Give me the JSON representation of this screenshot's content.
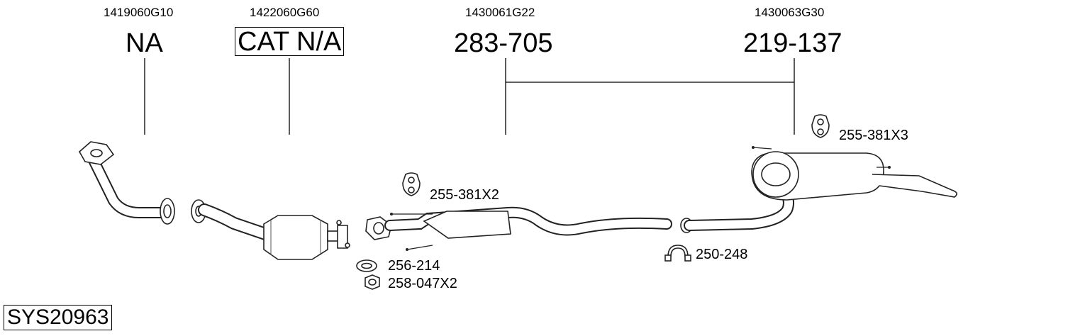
{
  "system": {
    "code": "SYS20963"
  },
  "oe_numbers": [
    "1419060G10",
    "1422060G60",
    "1430061G22",
    "1430063G30"
  ],
  "parts": [
    {
      "label": "NA",
      "boxed": false
    },
    {
      "label": "CAT N/A",
      "boxed": true
    },
    {
      "label": "283-705",
      "boxed": false
    },
    {
      "label": "219-137",
      "boxed": false
    }
  ],
  "small_parts": [
    {
      "label": "255-381X3",
      "icon": "rubber-hanger-icon"
    },
    {
      "label": "255-381X2",
      "icon": "rubber-hanger-icon"
    },
    {
      "label": "250-248",
      "icon": "pipe-clamp-icon"
    },
    {
      "label": "256-214",
      "icon": "gasket-ring-icon"
    },
    {
      "label": "258-047X2",
      "icon": "hex-nut-icon"
    }
  ]
}
